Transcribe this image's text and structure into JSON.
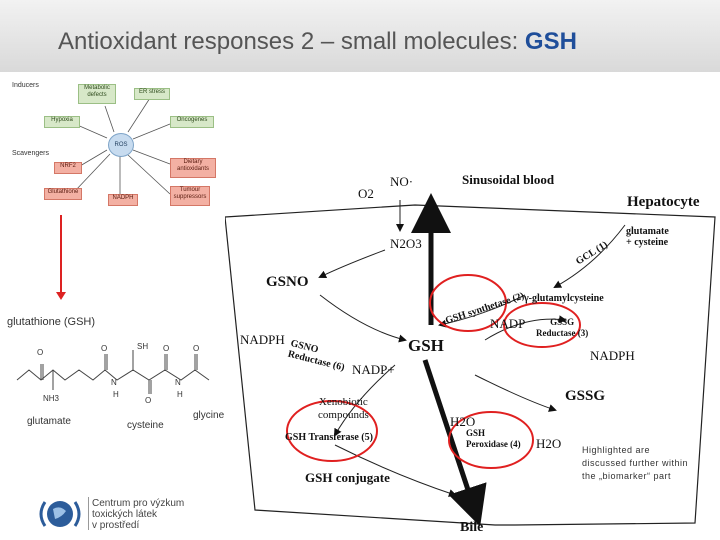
{
  "title": {
    "text": "Antioxidant responses 2 – small molecules:",
    "accent": "GSH"
  },
  "ros_panel": {
    "inducers_label": "Inducers",
    "scavengers_label": "Scavengers",
    "center": "ROS",
    "boxes": {
      "metabolic_defects": "Metabolic defects",
      "er_stress": "ER stress",
      "hypoxia": "Hypoxia",
      "oncogenes": "Oncogenes",
      "nrf2": "NRF2",
      "dietary_antioxidants": "Dietary antioxidants",
      "glutathione": "Glutathione",
      "nadph": "NADPH",
      "tumour_suppressors": "Tumour suppressors"
    }
  },
  "structure": {
    "heading": "glutathione (GSH)",
    "labels": {
      "glutamate": "glutamate",
      "cysteine": "cysteine",
      "glycine": "glycine",
      "sh": "SH",
      "o": "O",
      "nh3": "NH3",
      "h": "H",
      "n": "N"
    }
  },
  "diagram": {
    "sinusoidal_blood": "Sinusoidal blood",
    "hepatocyte": "Hepatocyte",
    "o2": "O2",
    "no": "NO·",
    "n2o3": "N2O3",
    "gsno": "GSNO",
    "gcl": "GCL (1)",
    "glu_cys": "glutamate\n+ cysteine",
    "gsh_synthetase": "GSH synthetase (2)",
    "gamma_glu": "γ-glutamylcysteine",
    "nadph_left": "NADPH",
    "gsno_reductase": "GSNO\nReductase (6)",
    "nadp_left": "NADP+",
    "gsh_center": "GSH",
    "nadp_right": "NADP",
    "gssg_reductase": "GSSG\nReductase (3)",
    "nadph_right": "NADPH",
    "gssg": "GSSG",
    "xenobiotic": "Xenobiotic\ncompounds",
    "gsh_transferase": "GSH Transferase (5)",
    "h2o_top": "H2O",
    "gsh_peroxidase": "GSH\nPeroxidase (4)",
    "h2o_right": "H2O",
    "gsh_conjugate": "GSH conjugate",
    "bile": "Bile"
  },
  "note": "Highlighted are discussed further within the „biomarker“ part",
  "logo": {
    "lines": [
      "Centrum pro výzkum",
      "toxických látek",
      "v prostředí"
    ]
  },
  "colors": {
    "title_accent": "#1f4e9a",
    "highlight": "#e02020",
    "arrow_red": "#d22222"
  }
}
